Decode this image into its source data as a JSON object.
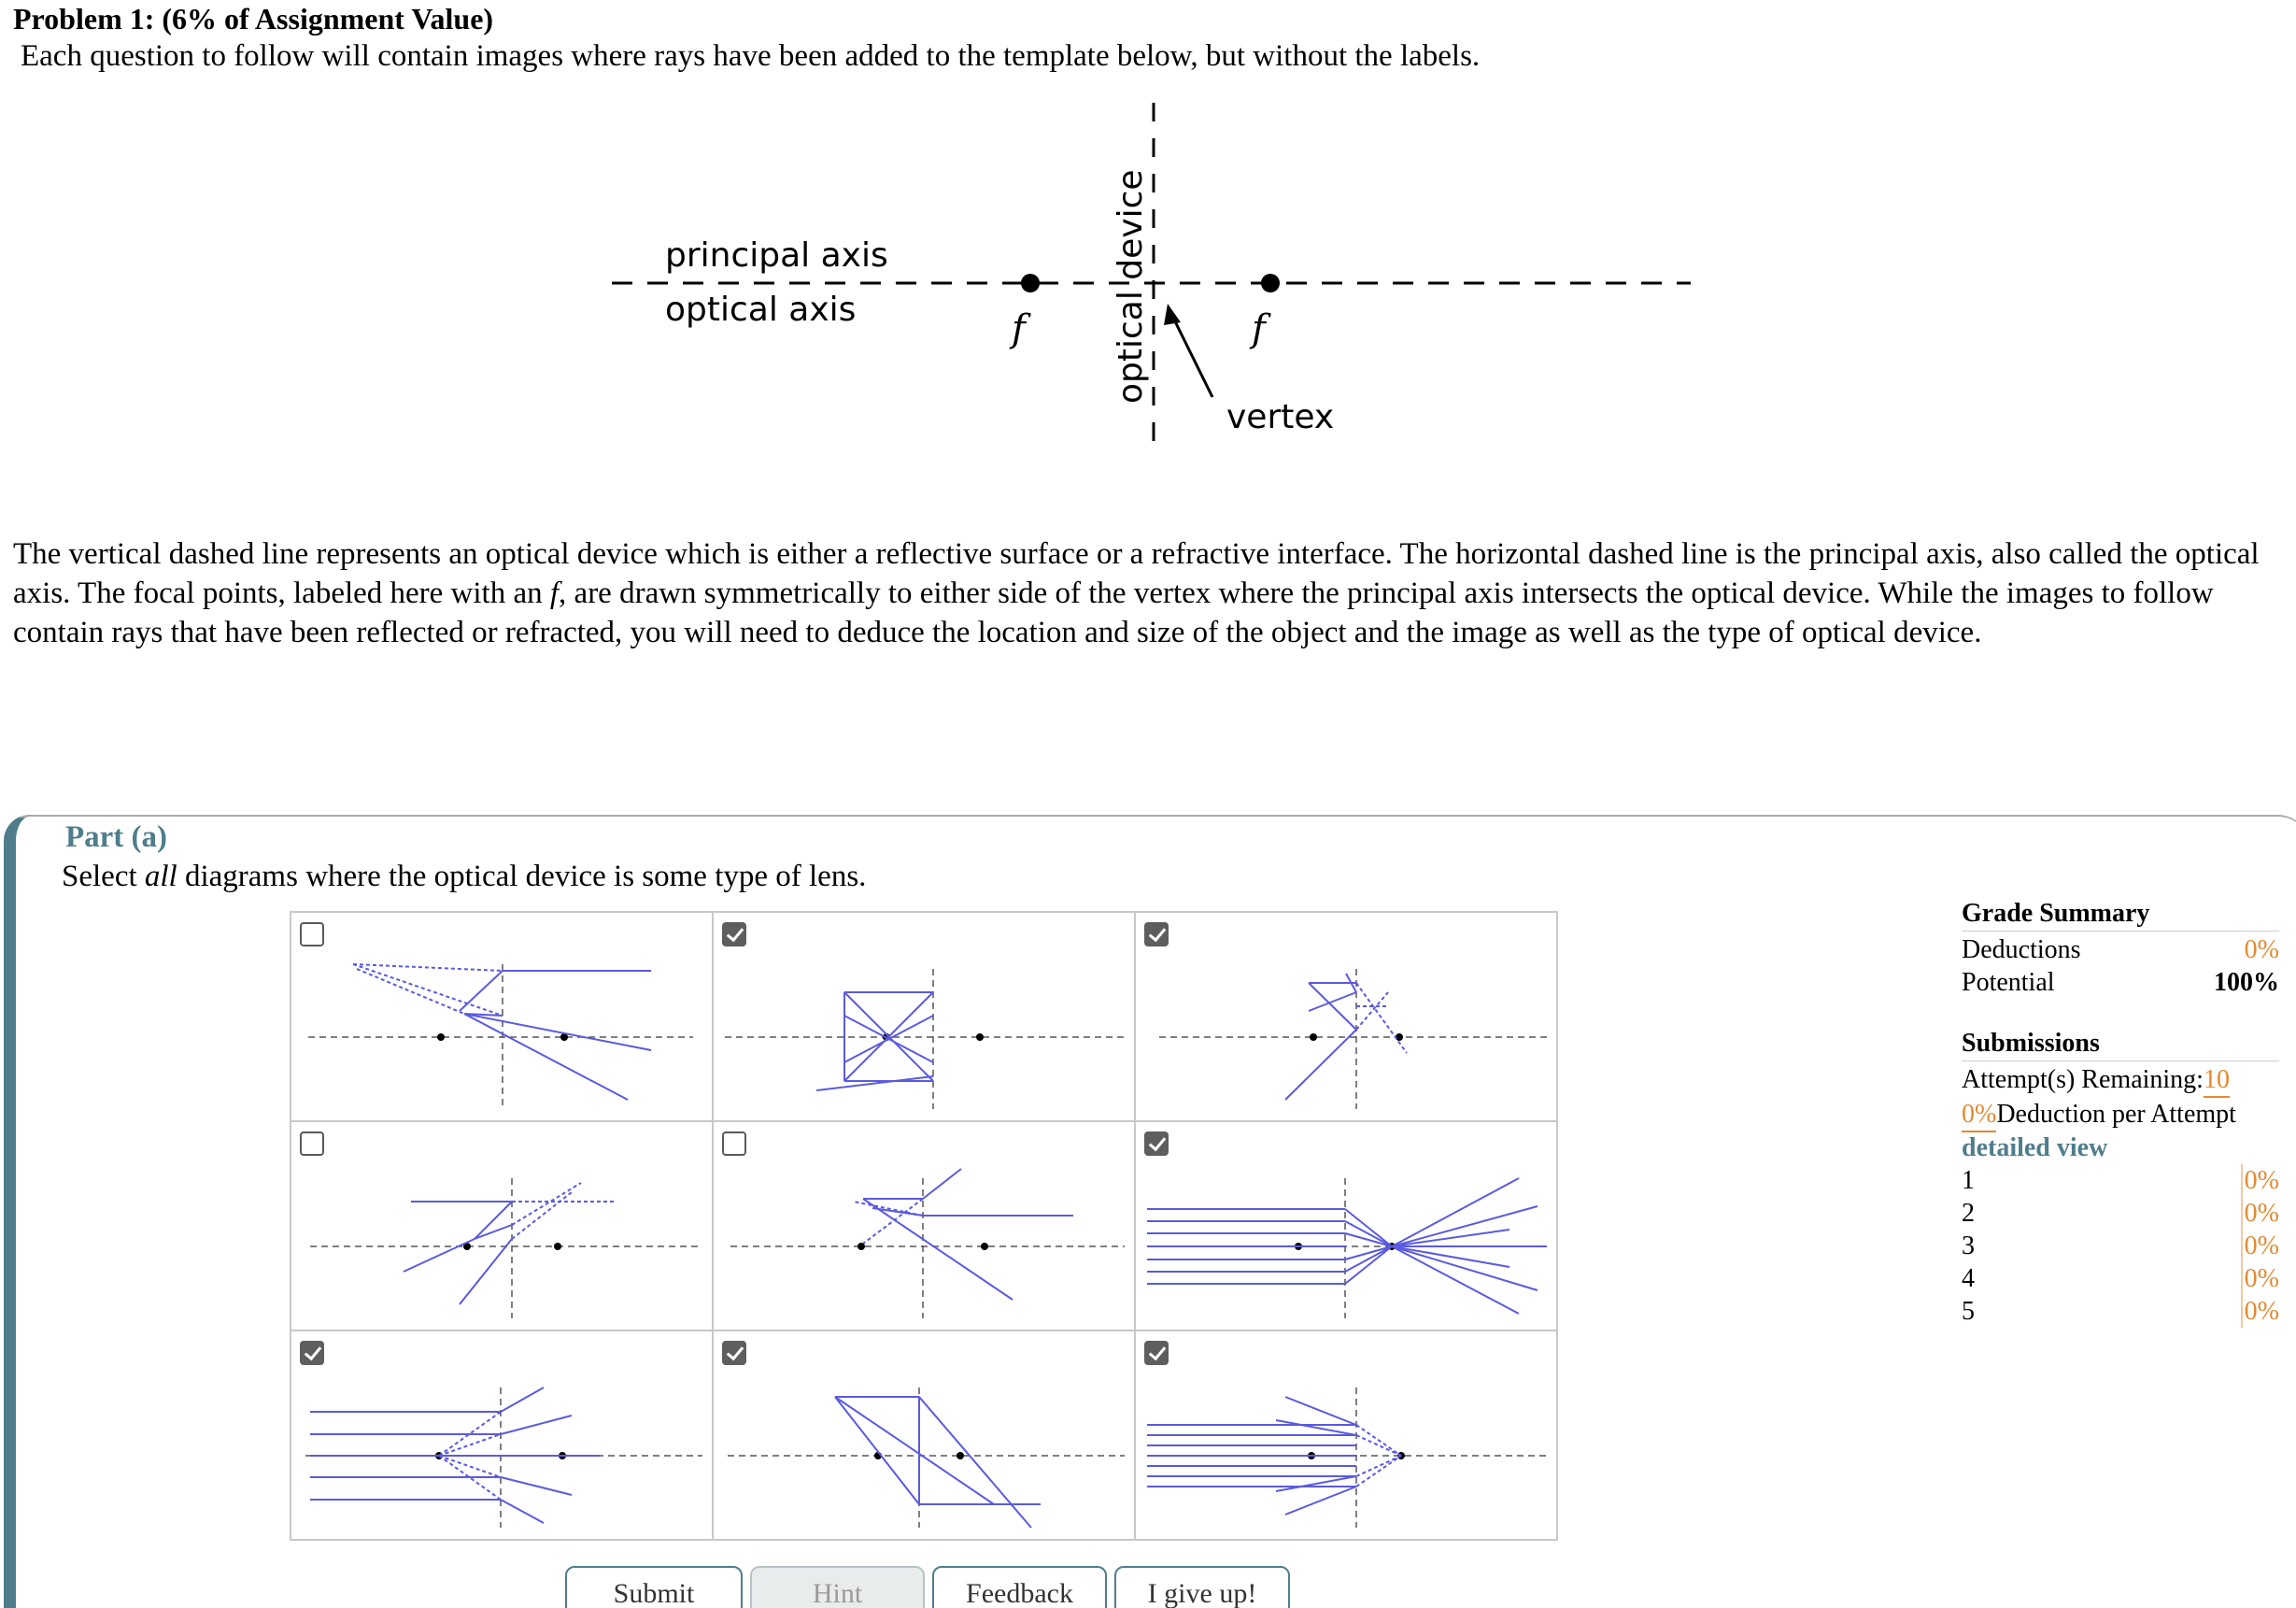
{
  "problem": {
    "title": "Problem 1: (6% of Assignment Value)",
    "intro": "Each question to follow will contain images where rays have been added to the template below, but without the labels.",
    "description_a": "The vertical dashed line represents an optical device which is either a reflective surface or a refractive interface. The horizontal dashed line is the principal axis, also called the optical axis. The focal points, labeled here with an ",
    "description_f": "f",
    "description_b": ", are drawn symmetrically to either side of the vertex where the principal axis intersects the optical device. While the images to follow contain rays that have been reflected or refracted, you will need to deduce the location and size of the object and the image as well as the type of optical device."
  },
  "template": {
    "principal_axis_label": "principal axis",
    "optical_axis_label": "optical axis",
    "focal_label": "f",
    "device_label": "optical device",
    "vertex_label": "vertex"
  },
  "part": {
    "title": "Part (a)",
    "prompt_pre": "Select ",
    "prompt_em": "all",
    "prompt_post": " diagrams where the optical device is some type of lens."
  },
  "choices": [
    {
      "checked": false
    },
    {
      "checked": true
    },
    {
      "checked": true
    },
    {
      "checked": false
    },
    {
      "checked": false
    },
    {
      "checked": true
    },
    {
      "checked": true
    },
    {
      "checked": true
    },
    {
      "checked": true
    }
  ],
  "grade_summary": {
    "title": "Grade Summary",
    "deductions_label": "Deductions",
    "deductions_value": "0%",
    "potential_label": "Potential",
    "potential_value": "100%",
    "submissions_title": "Submissions",
    "attempts_label": "Attempt(s) Remaining: ",
    "attempts_value": "10",
    "deduction_value": "0%",
    "deduction_label": " Deduction per Attempt",
    "detailed_view": "detailed view",
    "attempts": [
      {
        "n": "1",
        "v": "0%"
      },
      {
        "n": "2",
        "v": "0%"
      },
      {
        "n": "3",
        "v": "0%"
      },
      {
        "n": "4",
        "v": "0%"
      },
      {
        "n": "5",
        "v": "0%"
      }
    ]
  },
  "buttons": {
    "submit": "Submit",
    "hint": "Hint",
    "feedback": "Feedback",
    "give_up": "I give up!"
  },
  "colors": {
    "accent": "#4f7d8c",
    "ray": "#5a5ae0",
    "orange": "#e3892f"
  }
}
